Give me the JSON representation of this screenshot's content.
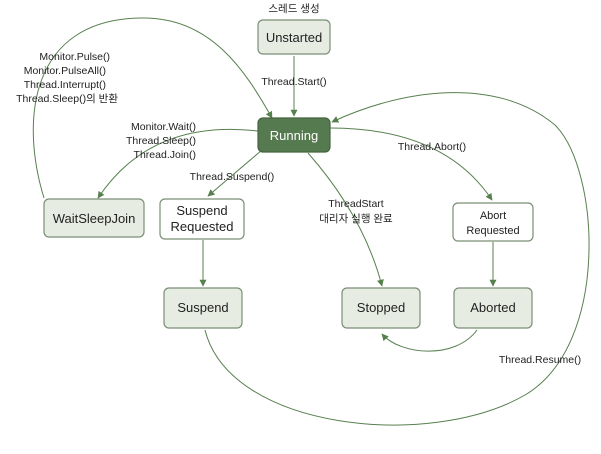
{
  "diagram": {
    "states": {
      "unstarted": "Unstarted",
      "running": "Running",
      "waitsleepjoin": "WaitSleepJoin",
      "suspend_requested": [
        "Suspend",
        "Requested"
      ],
      "abort_requested": [
        "Abort",
        "Requested"
      ],
      "suspend": "Suspend",
      "stopped": "Stopped",
      "aborted": "Aborted"
    },
    "labels": {
      "thread_create": "스레드 생성",
      "thread_start": "Thread.Start()",
      "wait_return": [
        "Monitor.Pulse()",
        "Monitor.PulseAll()",
        "Thread.Interrupt()",
        "Thread.Sleep()의 반환"
      ],
      "wait_calls": [
        "Monitor.Wait()",
        "Thread.Sleep()",
        "Thread.Join()"
      ],
      "thread_suspend": "Thread.Suspend()",
      "threadstart_done": [
        "ThreadStart",
        "대리자 실행 완료"
      ],
      "thread_abort": "Thread.Abort()",
      "thread_resume": "Thread.Resume()"
    },
    "colors": {
      "running_fill": "#567a4f",
      "state_fill": "#e7ece3",
      "edge": "#57804f"
    }
  }
}
